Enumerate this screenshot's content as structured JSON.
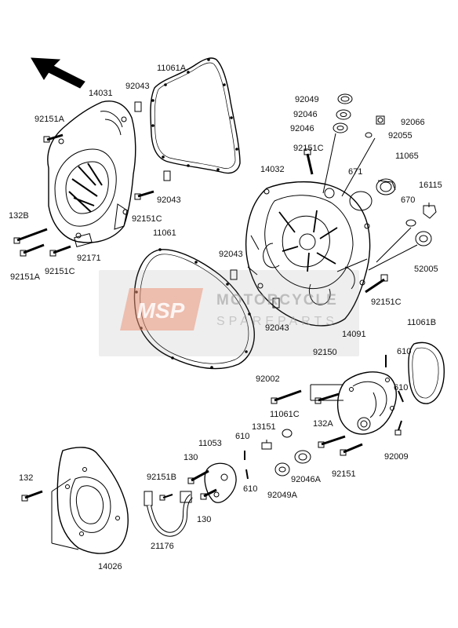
{
  "diagram": {
    "labels": {
      "l_11061A": "11061A",
      "l_92043_a": "92043",
      "l_14031": "14031",
      "l_92151A_a": "92151A",
      "l_92049": "92049",
      "l_92046_a": "92046",
      "l_92046_b": "92046",
      "l_92066": "92066",
      "l_92055": "92055",
      "l_92151C_a": "92151C",
      "l_11065": "11065",
      "l_14032": "14032",
      "l_671": "671",
      "l_16115": "16115",
      "l_92043_b": "92043",
      "l_92151C_b": "92151C",
      "l_132B": "132B",
      "l_670": "670",
      "l_11061": "11061",
      "l_92043_c": "92043",
      "l_92171": "92171",
      "l_52005": "52005",
      "l_92151A_b": "92151A",
      "l_92151C_c": "92151C",
      "l_92151C_d": "92151C",
      "l_92043_d": "92043",
      "l_11061B": "11061B",
      "l_14091": "14091",
      "l_610_a": "610",
      "l_92150": "92150",
      "l_92002": "92002",
      "l_610_b": "610",
      "l_11061C": "11061C",
      "l_13151": "13151",
      "l_132A": "132A",
      "l_11053": "11053",
      "l_610_c": "610",
      "l_130_a": "130",
      "l_92009": "92009",
      "l_92151": "92151",
      "l_92046A": "92046A",
      "l_132": "132",
      "l_92151B": "92151B",
      "l_610_d": "610",
      "l_92049A": "92049A",
      "l_130_b": "130",
      "l_21176": "21176",
      "l_14026": "14026"
    },
    "watermark": {
      "logo": "MSP",
      "line1": "MOTORCYCLE",
      "line2": "SPAREPARTS"
    }
  }
}
